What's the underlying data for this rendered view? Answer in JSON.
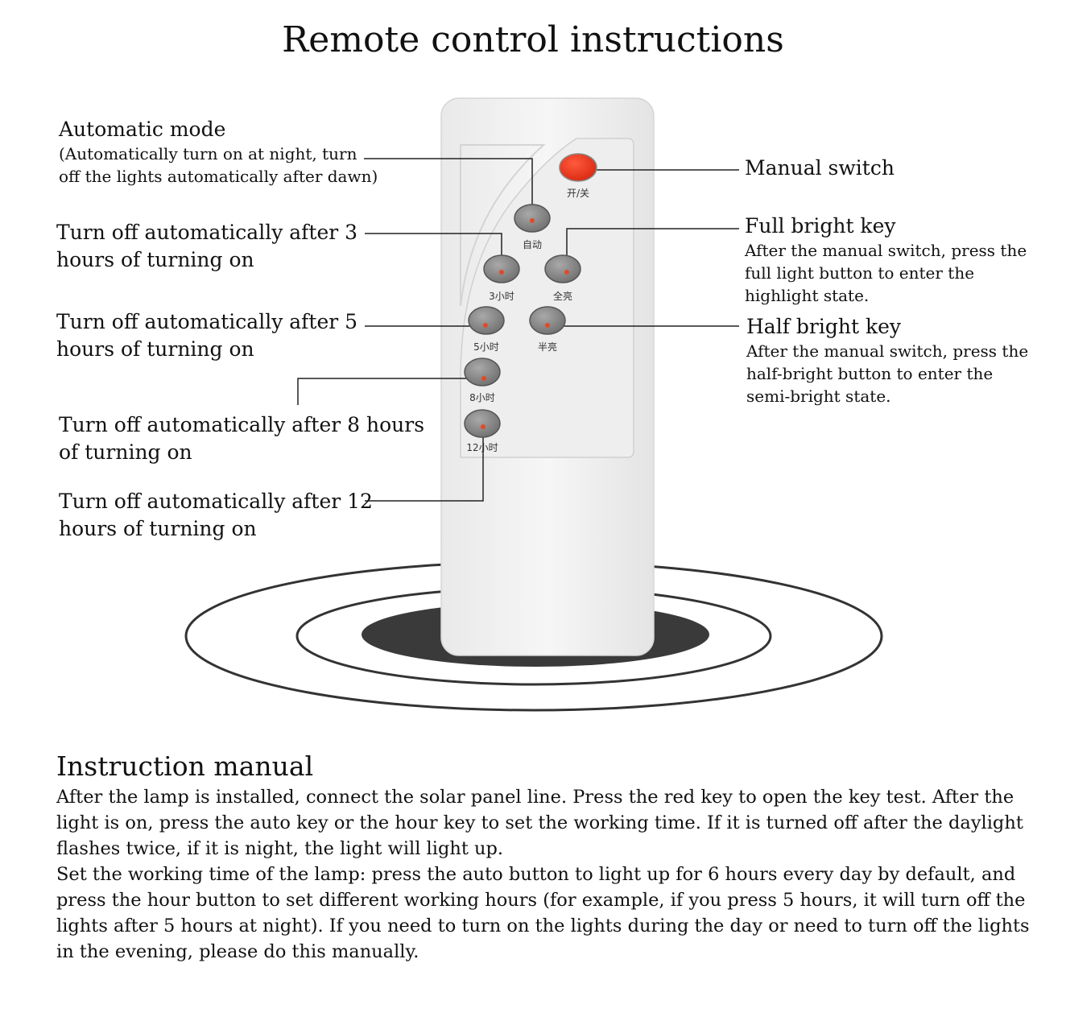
{
  "title": "Remote control instructions",
  "remote": {
    "buttons": [
      {
        "id": "power",
        "label": "开/关",
        "color": "#e8341c"
      },
      {
        "id": "auto",
        "label": "自动"
      },
      {
        "id": "h3",
        "label": "3小时"
      },
      {
        "id": "full",
        "label": "全亮"
      },
      {
        "id": "h5",
        "label": "5小时"
      },
      {
        "id": "half",
        "label": "半亮"
      },
      {
        "id": "h8",
        "label": "8小时"
      },
      {
        "id": "h12",
        "label": "12小时"
      }
    ]
  },
  "labels": {
    "auto_mode": {
      "title": "Automatic mode",
      "desc_line1": "(Automatically turn on at night, turn",
      "desc_line2": "off the lights automatically after dawn)"
    },
    "h3": {
      "line1": "Turn off automatically after 3",
      "line2": "hours of turning on"
    },
    "h5": {
      "line1": "Turn off automatically after 5",
      "line2": "hours of turning on"
    },
    "h8": {
      "line1": "Turn off automatically after 8 hours",
      "line2": "of turning on"
    },
    "h12": {
      "line1": "Turn off automatically after 12",
      "line2": "hours of turning on"
    },
    "manual_switch": {
      "title": "Manual switch"
    },
    "full_bright": {
      "title": "Full bright key",
      "line1": "After the manual switch, press the",
      "line2": "full light button to enter the",
      "line3": "highlight state."
    },
    "half_bright": {
      "title": "Half bright key",
      "line1": "After the manual switch, press the",
      "line2": "half-bright button to enter the",
      "line3": "semi-bright state."
    }
  },
  "manual": {
    "heading": "Instruction manual",
    "p1": "After the lamp is installed, connect the solar panel line. Press the red key to open the key test. After the light is on, press the auto key or the hour key to set the working time. If it is turned off after the daylight flashes twice, if it is night, the light will light up.",
    "p2": "Set the working time of the lamp: press the auto button to light up for 6 hours every day by default, and press the hour button to set different working hours (for example, if you press 5 hours, it will turn off the lights after 5 hours at night). If you need to turn on the lights during the day or need to turn off the lights in the evening, please do this manually."
  },
  "colors": {
    "accent_red": "#e8341c",
    "button_gray": "#8a8a8a",
    "marker_red": "#e04a2a"
  }
}
